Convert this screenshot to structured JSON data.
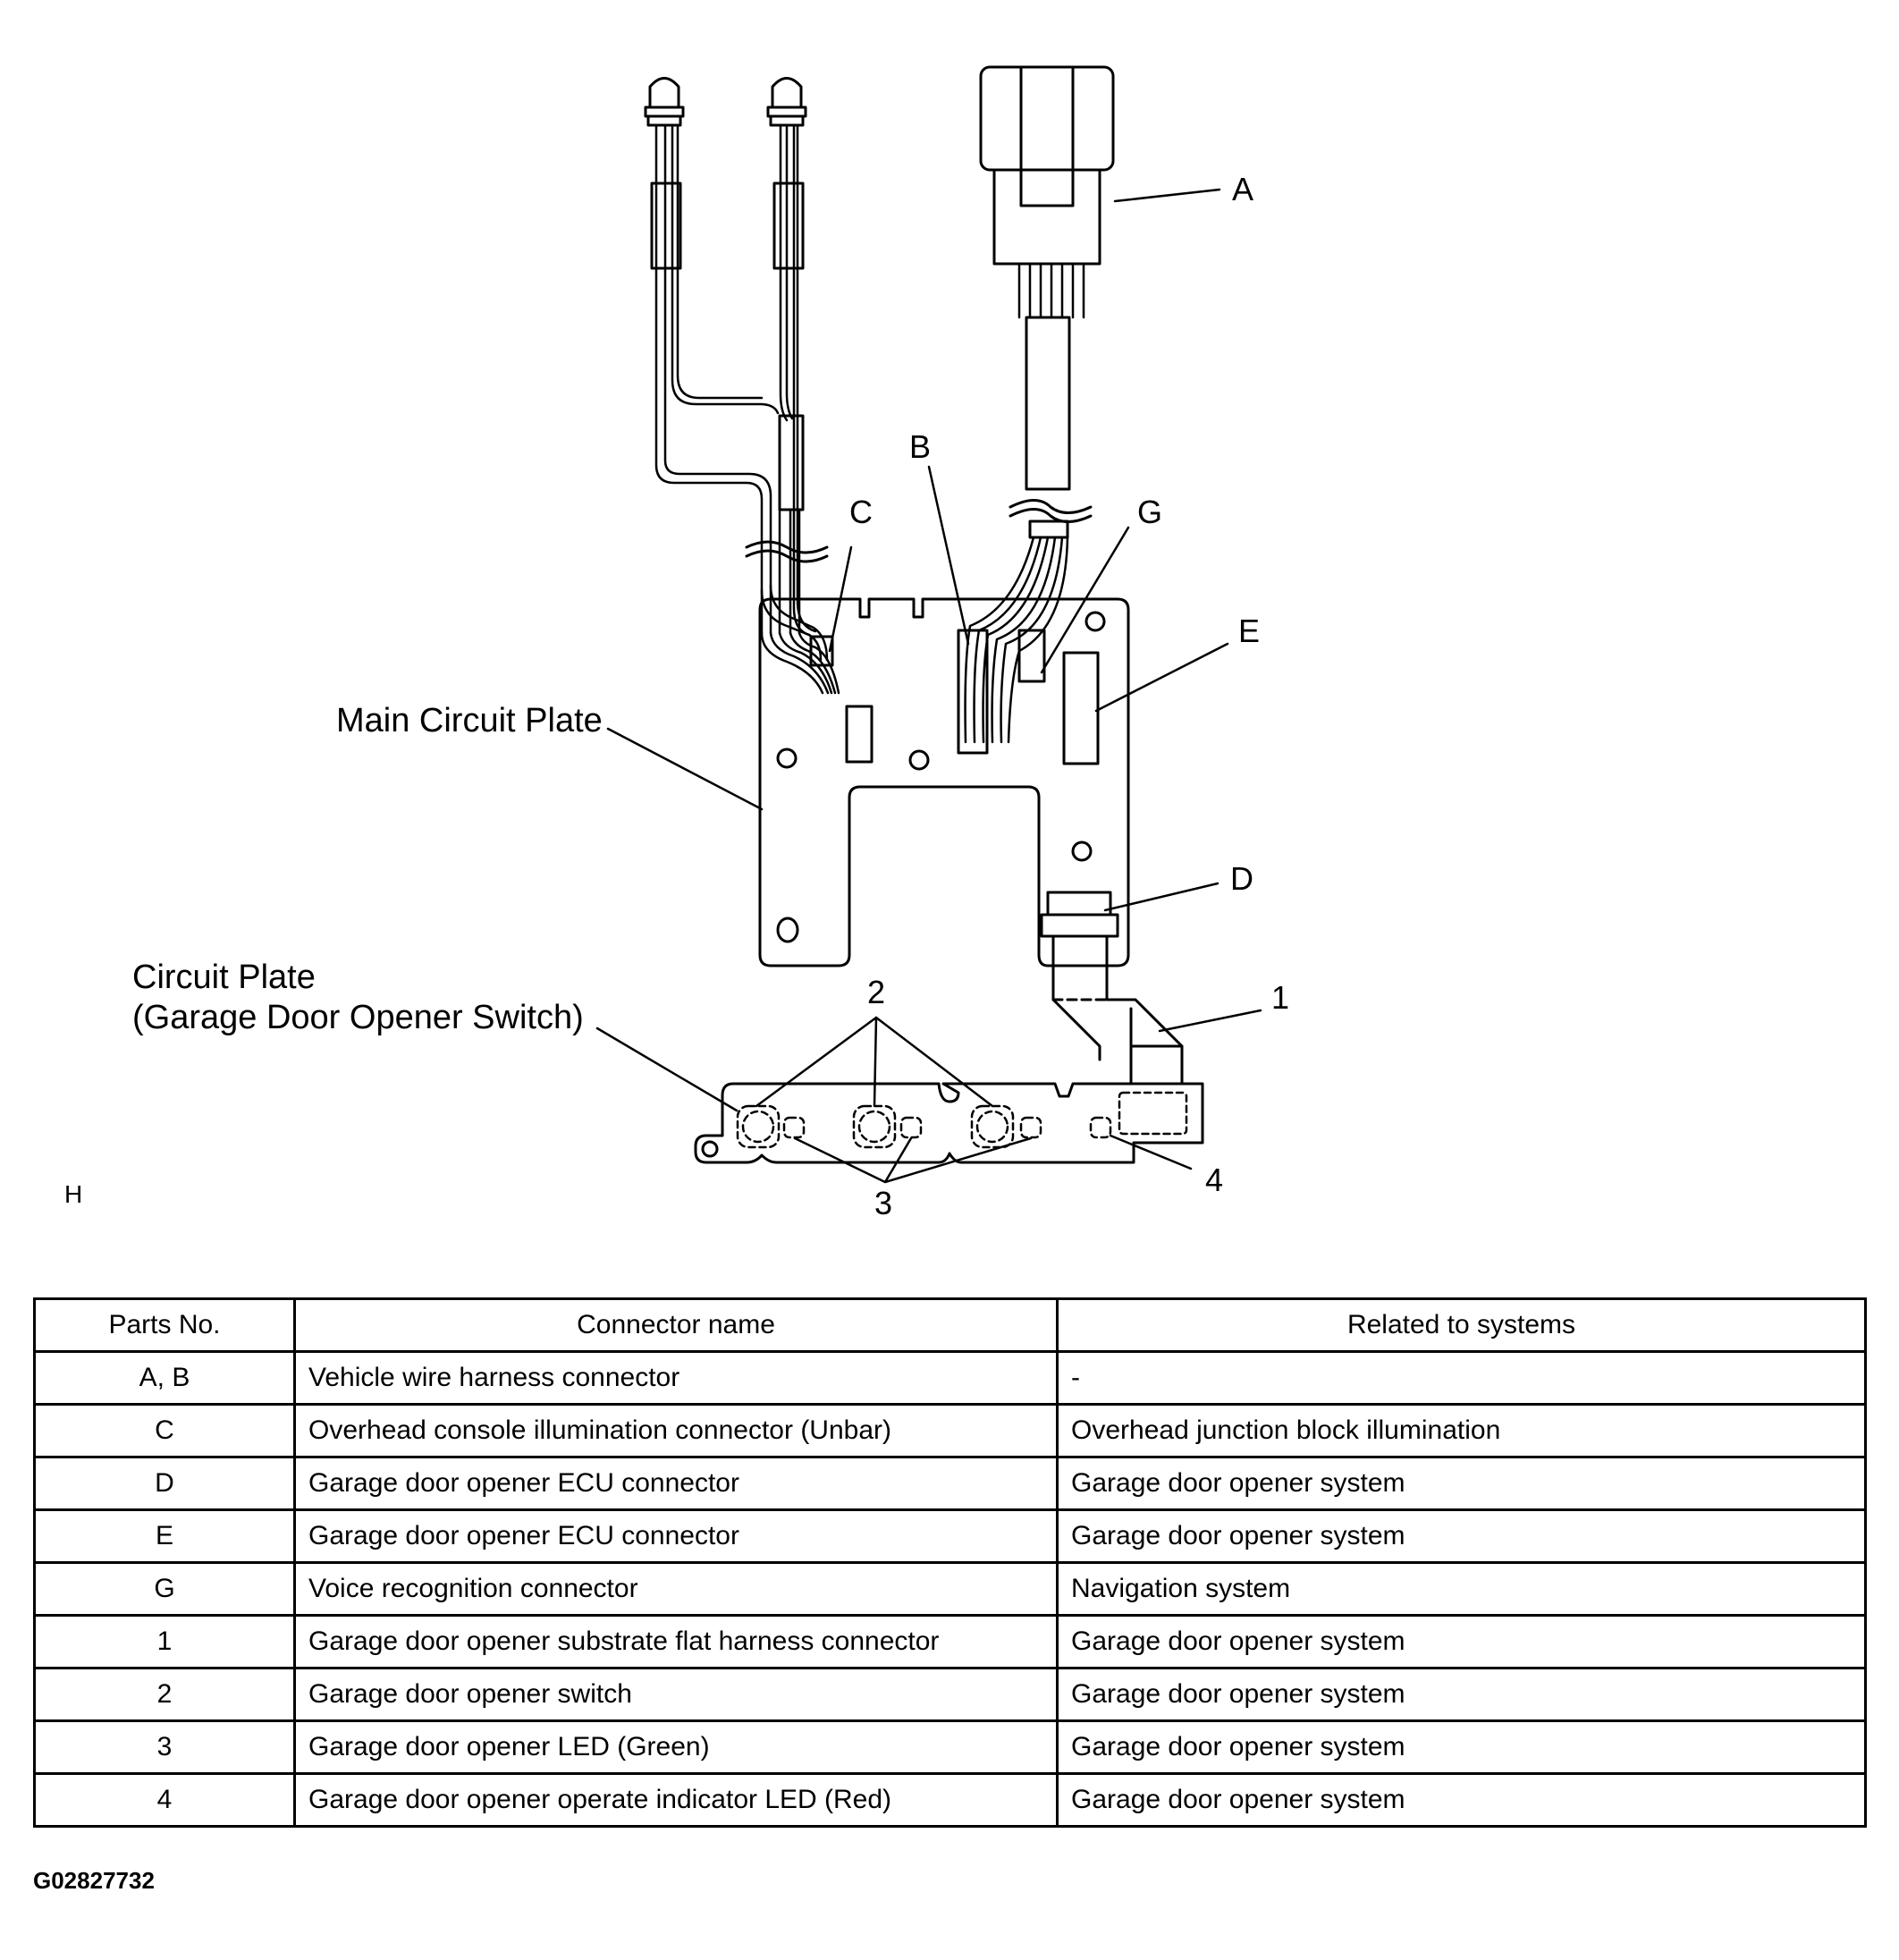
{
  "diagram": {
    "callouts": {
      "A": "A",
      "B": "B",
      "C": "C",
      "D": "D",
      "E": "E",
      "G": "G",
      "n1": "1",
      "n2": "2",
      "n3": "3",
      "n4": "4",
      "H": "H"
    },
    "main_plate_label": "Main Circuit Plate",
    "sub_plate_label_line1": "Circuit Plate",
    "sub_plate_label_line2": "(Garage Door Opener Switch)"
  },
  "table": {
    "headers": [
      "Parts No.",
      "Connector name",
      "Related to systems"
    ],
    "rows": [
      [
        "A, B",
        "Vehicle wire harness connector",
        "-"
      ],
      [
        "C",
        "Overhead console illumination connector (Unbar)",
        "Overhead junction block illumination"
      ],
      [
        "D",
        "Garage door opener ECU connector",
        "Garage door opener system"
      ],
      [
        "E",
        "Garage door opener ECU connector",
        "Garage door opener system"
      ],
      [
        "G",
        "Voice recognition connector",
        "Navigation system"
      ],
      [
        "1",
        "Garage door opener substrate flat harness connector",
        "Garage door opener system"
      ],
      [
        "2",
        "Garage door opener switch",
        "Garage door opener system"
      ],
      [
        "3",
        "Garage door opener LED (Green)",
        "Garage door opener system"
      ],
      [
        "4",
        "Garage door opener operate indicator LED (Red)",
        "Garage door opener system"
      ]
    ]
  },
  "figure_code": "G02827732"
}
